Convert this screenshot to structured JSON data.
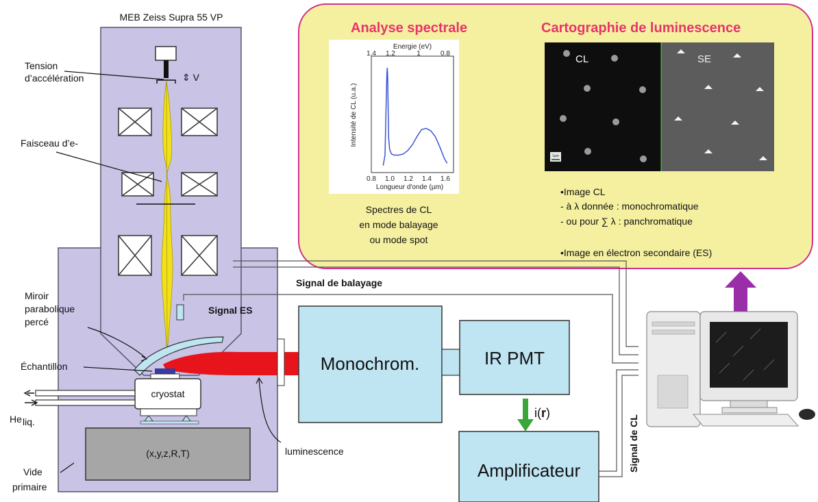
{
  "labels": {
    "microscope_title": "MEB Zeiss Supra 55 VP",
    "tension_line1": "Tension",
    "tension_line2": "d’accélération",
    "delta_v": "⇕ V",
    "faisceau": "Faisceau d’e-",
    "miroir_line1": "Miroir",
    "miroir_line2": "parabolique",
    "miroir_line3": "percé",
    "echantillon": "Échantillon",
    "cryostat": "cryostat",
    "helium": "He",
    "helium_sub": "liq.",
    "stage": "(x,y,z,R,T)",
    "vide_line1": "Vide",
    "vide_line2": "primaire",
    "luminescence": "luminescence",
    "signal_balayage": "Signal de balayage",
    "signal_es": "Signal ES",
    "monochrom": "Monochrom.",
    "ir_pmt": "IR PMT",
    "amplificateur": "Amplificateur",
    "current": "i(",
    "current_r": "r",
    "current_end": ")",
    "signal_cl": "Signal de CL"
  },
  "spectral": {
    "title": "Analyse spectrale",
    "caption_line1": "Spectres de CL",
    "caption_line2": "en mode balayage",
    "caption_line3": "ou mode spot",
    "plot": {
      "top_axis_label": "Energie (eV)",
      "top_ticks": [
        "1.4",
        "1.2",
        "1",
        "0.8"
      ],
      "bottom_axis_label": "Longueur d'onde (µm)",
      "bottom_ticks": [
        "0.8",
        "1.0",
        "1.2",
        "1.4",
        "1.6"
      ],
      "y_axis_label": "Intensité de CL (u.a.)"
    }
  },
  "mapping": {
    "title": "Cartographie de luminescence",
    "cl_tag": "CL",
    "se_tag": "SE",
    "scalebar": "1µm",
    "bullet1": "•Image CL",
    "bullet2": "- à λ donnée : monochromatique",
    "bullet3": "- ou pour ∑ λ : panchromatique",
    "bullet4": "•Image en électron secondaire (ES)"
  },
  "colors": {
    "chamber": "#c9c3e6",
    "chamber_stroke": "#555566",
    "panel_fill": "#f5f0a0",
    "panel_stroke": "#d0308a",
    "box_fill": "#bfe4f2",
    "beam": "#f2e11a",
    "laser": "#e8141c",
    "arrow_green": "#3aa63a",
    "arrow_purple": "#9a2ea8",
    "spectrum_line": "#3b55d6"
  },
  "chart_data": {
    "type": "line",
    "title": "",
    "xlabel": "Longueur d'onde (µm)",
    "ylabel": "Intensité de CL (u.a.)",
    "secondary_xlabel": "Energie (eV)",
    "xlim": [
      0.8,
      1.7
    ],
    "ylim": [
      0,
      1
    ],
    "series": [
      {
        "x": [
          0.93,
          0.95,
          0.96,
          0.97,
          0.975,
          0.98,
          0.985,
          0.99,
          1.0,
          1.02,
          1.05,
          1.1,
          1.15,
          1.2,
          1.25,
          1.3,
          1.35,
          1.4,
          1.45,
          1.5,
          1.55,
          1.6,
          1.63
        ],
        "y": [
          0.06,
          0.15,
          0.5,
          0.85,
          0.9,
          0.8,
          0.5,
          0.3,
          0.2,
          0.16,
          0.15,
          0.15,
          0.16,
          0.19,
          0.24,
          0.31,
          0.37,
          0.38,
          0.36,
          0.31,
          0.22,
          0.12,
          0.08
        ]
      }
    ]
  }
}
